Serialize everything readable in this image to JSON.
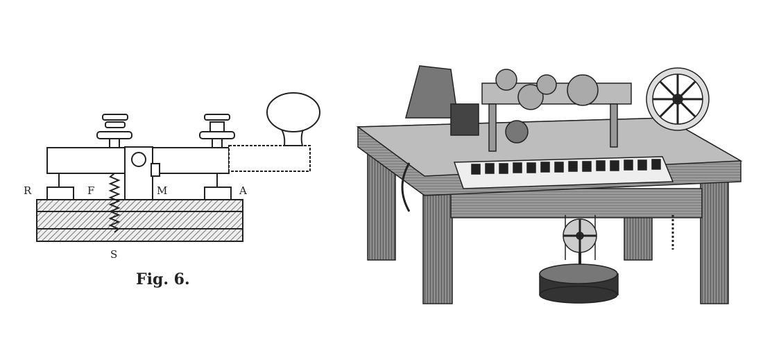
{
  "figure_left": {
    "labels": {
      "r": "R",
      "f": "F",
      "m": "M",
      "a": "A",
      "s": "S"
    },
    "caption": "Fig. 6."
  },
  "colors": {
    "ink": "#222222",
    "paper": "#ffffff",
    "wood": "#8a8a8a"
  }
}
